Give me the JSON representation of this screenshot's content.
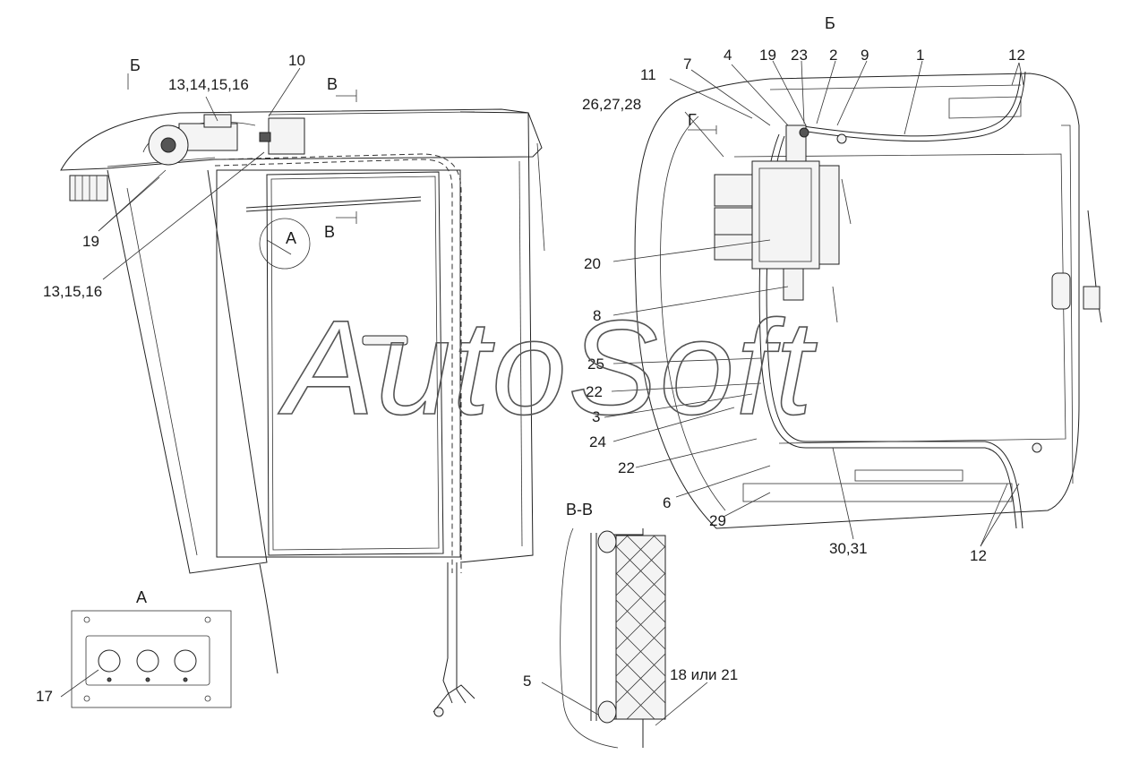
{
  "watermark": "AutoSoft",
  "views": {
    "b_arrow_left": "Б",
    "b_top_right": "Б",
    "v_top": "В",
    "v_mid": "В",
    "a_on_door": "А",
    "a_panel": "А",
    "section_vv": "В-В"
  },
  "callouts": {
    "c10": "10",
    "c13_14_15_16": "13,14,15,16",
    "c19_left": "19",
    "c13_15_16": "13,15,16",
    "c17": "17",
    "c11": "11",
    "c7": "7",
    "c4": "4",
    "c19_right": "19",
    "c23": "23",
    "c2": "2",
    "c9": "9",
    "c1": "1",
    "c12_top": "12",
    "c26_27_28": "26,27,28",
    "g_arrow": "Г",
    "c20": "20",
    "c8": "8",
    "c25": "25",
    "c22_a": "22",
    "c3": "3",
    "c24": "24",
    "c22_b": "22",
    "c6": "6",
    "c29": "29",
    "c30_31": "30,31",
    "c12_bottom": "12",
    "c5": "5",
    "c18_or_21": "18 или 21"
  }
}
